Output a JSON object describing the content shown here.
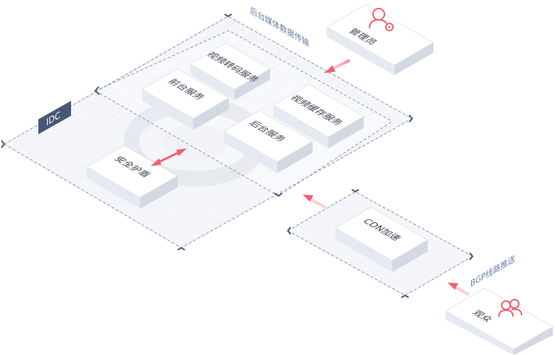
{
  "diagram": {
    "idc_label": "IDC",
    "backend_media_transfer": "后台媒体数据传输",
    "bgp_push": "BGP线路推送",
    "boxes": {
      "admin": "管理员",
      "transcode": "视频转码服务",
      "frontend": "前台服务",
      "cache": "视频缓存服务",
      "backend": "后台服务",
      "shield": "安全护盾",
      "cdn": "CDN加速",
      "audience": "观众"
    }
  },
  "colors": {
    "accent": "#f0606e",
    "arrow": "#f49aa3",
    "idc_tag": "#4a5678",
    "frame": "#8c93a8",
    "grid": "#e6e9f1"
  },
  "icons": {
    "admin": "admin-user-gear-icon",
    "audience": "users-group-icon"
  }
}
